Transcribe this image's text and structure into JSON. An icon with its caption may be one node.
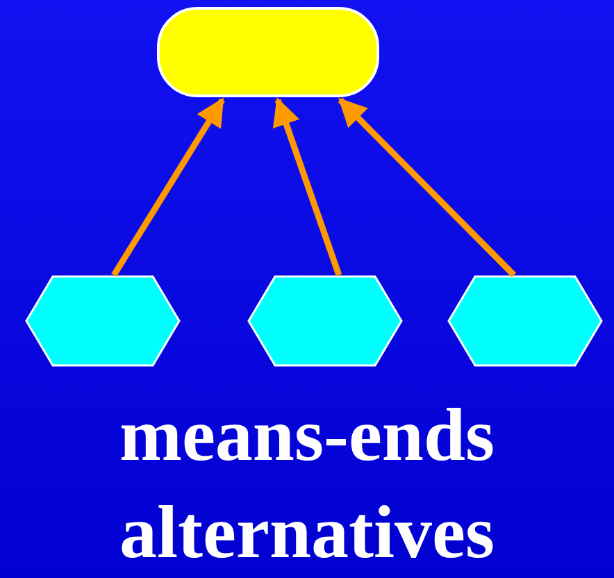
{
  "diagram": {
    "caption": "means-ends alternatives",
    "nodes": [
      {
        "text": [],
        "shape": "box"
      },
      {
        "text": [],
        "shape": "hexagon"
      },
      {
        "text": [],
        "shape": "hexagon"
      },
      {
        "text": [],
        "shape": "hexagon"
      }
    ],
    "edges": [
      {
        "from": 1,
        "to": 0,
        "arrow": "to",
        "color": "#ff9900"
      },
      {
        "from": 2,
        "to": 0,
        "arrow": "to",
        "color": "#ff9900"
      },
      {
        "from": 3,
        "to": 0,
        "arrow": "to",
        "color": "#ff9900"
      }
    ]
  }
}
